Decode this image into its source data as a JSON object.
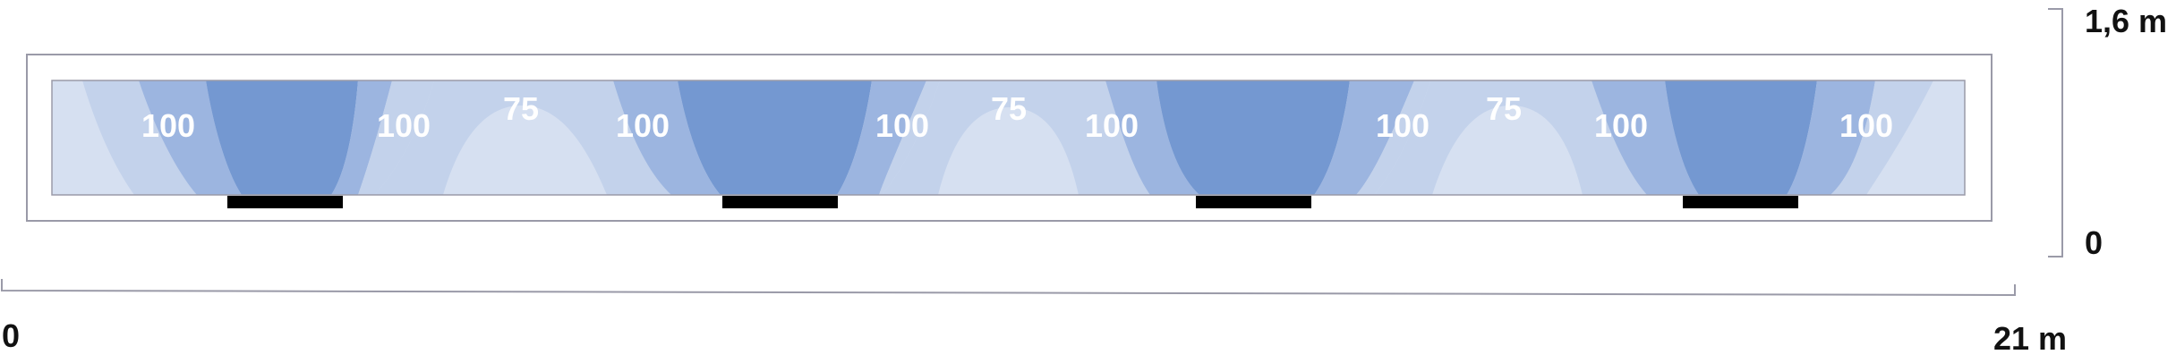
{
  "axes": {
    "height_top": "1,6 m",
    "height_bottom": "0",
    "length_start": "0",
    "length_end": "21 m"
  },
  "zone_labels": [
    {
      "text": "100"
    },
    {
      "text": "100"
    },
    {
      "text": "75"
    },
    {
      "text": "100"
    },
    {
      "text": "100"
    },
    {
      "text": "75"
    },
    {
      "text": "100"
    },
    {
      "text": "100"
    },
    {
      "text": "75"
    },
    {
      "text": "100"
    },
    {
      "text": "100"
    }
  ],
  "colors": {
    "zone_light": "#d6e0f1",
    "zone_mid_light": "#c3d2eb",
    "zone_mid": "#9cb5e0",
    "zone_strong": "#7498d1",
    "fixture": "#000000",
    "frame_stroke": "#9a9aa8"
  }
}
